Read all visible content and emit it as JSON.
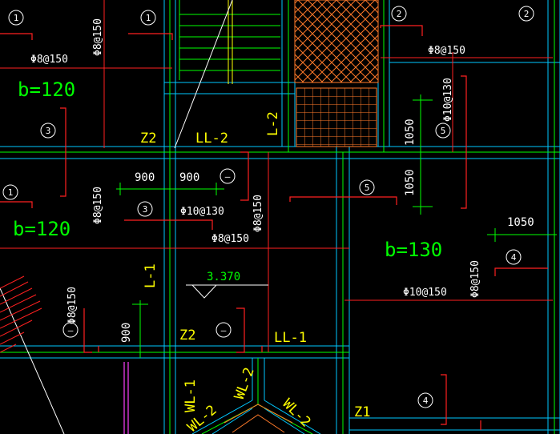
{
  "colors": {
    "background": "#000000",
    "wall": "#00c8ff",
    "green_lines": "#00ff00",
    "rebar_red": "#ff2020",
    "text_white": "#ffffff",
    "label_yellow": "#ffff00",
    "label_green": "#00ff00",
    "magenta": "#ff40ff",
    "hatch_orange": "#ff7a2a"
  },
  "labels": {
    "b120_top": "b=120",
    "b120_mid": "b=120",
    "b130": "b=130",
    "z2_top": "Z2",
    "z2_bottom": "Z2",
    "z1": "Z1",
    "ll2": "LL-2",
    "l2": "L-2",
    "l1": "L-1",
    "ll1": "LL-1",
    "wl1": "WL-1",
    "wl2_a": "WL-2",
    "wl2_b": "WL-2",
    "wl2_c": "WL-2",
    "elevation": "3.370"
  },
  "rebar": {
    "r_8_150_a": "Φ8@150",
    "r_8_150_b": "Φ8@150",
    "r_8_150_c": "Φ8@150",
    "r_8_150_d": "Φ8@150",
    "r_8_150_e": "Φ8@150",
    "r_8_150_f": "Φ8@150",
    "r_8_150_g": "Φ8@150",
    "r_8_150_h": "Φ8@150",
    "r_10_130_a": "Φ10@130",
    "r_10_130_b": "Φ10@130",
    "r_10_150": "Φ10@150"
  },
  "dimensions": {
    "d900_a": "900",
    "d900_b": "900",
    "d900_c": "900",
    "d1050_a": "1050",
    "d1050_b": "1050",
    "d1050_c": "1050"
  },
  "markers": {
    "m1_a": "1",
    "m1_b": "1",
    "m2_a": "2",
    "m2_b": "2",
    "m3_a": "3",
    "m3_b": "3",
    "m4_a": "4",
    "m4_b": "4",
    "m5_a": "5",
    "m5_b": "5",
    "m_dash_a": "—",
    "m_dash_b": "—",
    "m_dash_c": "—",
    "m1_c": "1"
  }
}
